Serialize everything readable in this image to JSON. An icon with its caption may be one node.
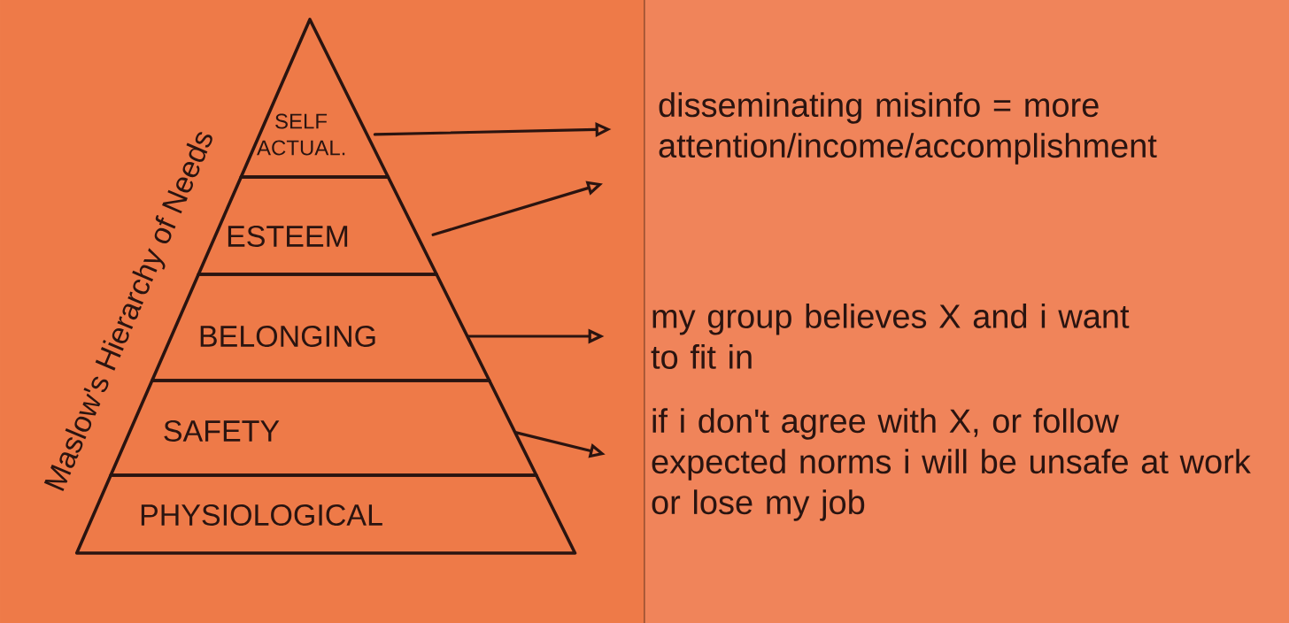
{
  "diagram": {
    "title": "Maslow's Hierarchy of Needs",
    "nodes": [
      {
        "text": [
          "SELF ACTUAL."
        ]
      },
      {
        "text": [
          "ESTEEM"
        ]
      },
      {
        "text": [
          "BELONGING"
        ]
      },
      {
        "text": [
          "SAFETY"
        ]
      },
      {
        "text": [
          "PHYSIOLOGICAL"
        ]
      },
      {
        "text": [
          "disseminating misinfo = more attention/income/accomplishment"
        ]
      },
      {
        "text": [
          "my group believes X and i want to fit in"
        ]
      },
      {
        "text": [
          "if i don't agree with X, or follow expected norms i will be unsafe at work or lose my job"
        ]
      }
    ],
    "edges": [
      {
        "from": 0,
        "to": 5,
        "arrow": "to"
      },
      {
        "from": 1,
        "to": 5,
        "arrow": "to"
      },
      {
        "from": 2,
        "to": 6,
        "arrow": "to"
      },
      {
        "from": 3,
        "to": 7,
        "arrow": "to"
      }
    ]
  }
}
